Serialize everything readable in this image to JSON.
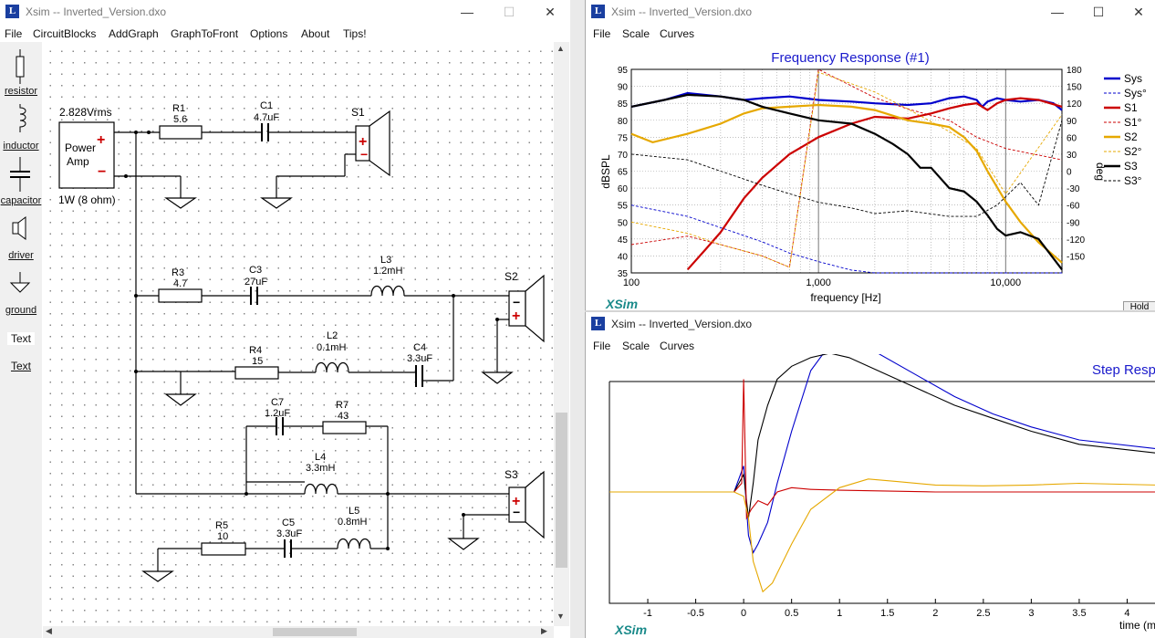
{
  "circuit_window": {
    "title": "Xsim -- Inverted_Version.dxo",
    "menu": [
      "File",
      "CircuitBlocks",
      "AddGraph",
      "GraphToFront",
      "Options",
      "About",
      "Tips!"
    ],
    "tools": [
      "resistor",
      "inductor",
      "capacitor",
      "driver",
      "ground",
      "Text",
      "Text"
    ],
    "amp": {
      "voltage": "2.828Vrms",
      "label1": "Power",
      "label2": "Amp",
      "load": "1W (8 ohm)"
    },
    "parts": {
      "R1": {
        "name": "R1",
        "value": "5.6"
      },
      "C1": {
        "name": "C1",
        "value": "4.7uF"
      },
      "R3": {
        "name": "R3",
        "value": "4.7"
      },
      "C3": {
        "name": "C3",
        "value": "27uF"
      },
      "L3": {
        "name": "L3",
        "value": "1.2mH"
      },
      "R4": {
        "name": "R4",
        "value": "15"
      },
      "L2": {
        "name": "L2",
        "value": "0.1mH"
      },
      "C4": {
        "name": "C4",
        "value": "3.3uF"
      },
      "C7": {
        "name": "C7",
        "value": "1.2uF"
      },
      "R7": {
        "name": "R7",
        "value": "43"
      },
      "L4": {
        "name": "L4",
        "value": "3.3mH"
      },
      "R5": {
        "name": "R5",
        "value": "10"
      },
      "C5": {
        "name": "C5",
        "value": "3.3uF"
      },
      "L5": {
        "name": "L5",
        "value": "0.8mH"
      },
      "S1": {
        "name": "S1"
      },
      "S2": {
        "name": "S2"
      },
      "S3": {
        "name": "S3"
      }
    }
  },
  "freq_window": {
    "title": "Xsim -- Inverted_Version.dxo",
    "menu": [
      "File",
      "Scale",
      "Curves"
    ],
    "hold_label": "Hold",
    "chart_data": {
      "type": "line",
      "title": "Frequency Response (#1)",
      "xlabel": "frequency [Hz]",
      "ylabel": "dBSPL",
      "y2label": "deg",
      "xscale": "log",
      "xlim": [
        100,
        20000
      ],
      "ylim": [
        35,
        95
      ],
      "y2lim": [
        -180,
        180
      ],
      "x_tick_labels": [
        "100",
        "1,000",
        "10,000"
      ],
      "y_ticks": [
        95,
        90,
        85,
        80,
        75,
        70,
        65,
        60,
        55,
        50,
        45,
        40,
        35
      ],
      "y2_ticks": [
        180,
        150,
        120,
        90,
        60,
        30,
        0,
        -30,
        -60,
        -90,
        -120,
        -150
      ],
      "grid": true,
      "legend_position": "right",
      "watermark": "XSim",
      "series": [
        {
          "name": "Sys",
          "color": "#0000cc",
          "style": "solid",
          "x": [
            100,
            150,
            200,
            300,
            400,
            500,
            700,
            1000,
            1500,
            2000,
            3000,
            4000,
            5000,
            6000,
            7000,
            7500,
            8000,
            9000,
            10000,
            12000,
            15000,
            18000,
            20000
          ],
          "y": [
            84,
            86,
            88,
            87,
            86,
            86.5,
            87,
            86,
            85.5,
            85,
            84.5,
            85,
            86.5,
            87,
            86,
            84,
            85.5,
            86.5,
            86,
            85.5,
            86,
            85,
            83
          ]
        },
        {
          "name": "Sys°",
          "color": "#0000cc",
          "style": "dashed",
          "x": [
            100,
            200,
            300,
            500,
            700,
            1000,
            1500,
            2000,
            3000,
            5000,
            7000,
            10000,
            15000,
            20000
          ],
          "y": [
            -60,
            -80,
            -100,
            -125,
            -145,
            -160,
            -175,
            -180,
            -180,
            -180,
            -180,
            -180,
            -180,
            -180
          ]
        },
        {
          "name": "S1",
          "color": "#cc0000",
          "style": "solid",
          "x": [
            200,
            250,
            300,
            400,
            500,
            700,
            1000,
            1500,
            2000,
            3000,
            4000,
            5000,
            6000,
            7000,
            8000,
            9000,
            10000,
            12000,
            15000,
            20000
          ],
          "y": [
            36,
            42,
            47,
            57,
            63,
            70,
            75,
            79,
            81,
            80.5,
            82,
            83.5,
            84.5,
            85,
            83,
            85,
            86,
            86.5,
            86,
            84
          ]
        },
        {
          "name": "S1°",
          "color": "#cc0000",
          "style": "dashed",
          "x": [
            100,
            200,
            300,
            500,
            700,
            1000,
            2000,
            3000,
            5000,
            7000,
            10000,
            20000
          ],
          "y": [
            -130,
            -115,
            -130,
            -150,
            -170,
            180,
            130,
            110,
            90,
            60,
            40,
            20
          ]
        },
        {
          "name": "S2",
          "color": "#e6a800",
          "style": "solid",
          "x": [
            100,
            130,
            200,
            300,
            400,
            500,
            700,
            1000,
            1500,
            2000,
            3000,
            4000,
            5000,
            6000,
            7000,
            8000,
            10000,
            12000,
            15000,
            20000
          ],
          "y": [
            76,
            73.5,
            76,
            79,
            82,
            83.5,
            84,
            84.5,
            84,
            83,
            80,
            79,
            78,
            75,
            71,
            65,
            56,
            50,
            44,
            38
          ]
        },
        {
          "name": "S2°",
          "color": "#e6a800",
          "style": "dashed",
          "x": [
            100,
            200,
            300,
            500,
            700,
            1000,
            2000,
            3000,
            5000,
            7000,
            10000,
            20000
          ],
          "y": [
            -90,
            -110,
            -130,
            -150,
            -170,
            175,
            140,
            110,
            70,
            40,
            -40,
            100
          ]
        },
        {
          "name": "S3",
          "color": "#000000",
          "style": "solid",
          "x": [
            100,
            150,
            200,
            300,
            400,
            500,
            700,
            1000,
            1500,
            2000,
            2500,
            3000,
            3500,
            4000,
            5000,
            6000,
            7000,
            8000,
            9000,
            10000,
            12000,
            15000,
            20000
          ],
          "y": [
            84,
            86,
            87.5,
            87,
            86,
            84,
            82,
            80,
            79,
            76,
            73,
            70,
            66,
            66,
            60,
            59,
            56,
            52,
            48,
            46,
            47,
            45,
            36
          ]
        },
        {
          "name": "S3°",
          "color": "#000000",
          "style": "dashed",
          "x": [
            100,
            200,
            300,
            500,
            700,
            1000,
            1500,
            2000,
            3000,
            5000,
            7000,
            9000,
            12000,
            15000,
            20000
          ],
          "y": [
            30,
            20,
            0,
            -25,
            -40,
            -55,
            -65,
            -75,
            -70,
            -80,
            -80,
            -60,
            -20,
            -60,
            90
          ]
        }
      ]
    }
  },
  "step_window": {
    "title": "Xsim -- Inverted_Version.dxo",
    "menu": [
      "File",
      "Scale",
      "Curves"
    ],
    "chart_data": {
      "type": "line",
      "title": "Step Resp",
      "xlabel": "time (m",
      "xlim": [
        -1.4,
        4.3
      ],
      "x_ticks": [
        -1,
        -0.5,
        0,
        0.5,
        1,
        1.5,
        2,
        2.5,
        3,
        3.5,
        4
      ],
      "watermark": "XSim",
      "series": [
        {
          "color": "#0000cc",
          "x": [
            -1.4,
            -0.1,
            0,
            0.05,
            0.1,
            0.15,
            0.25,
            0.35,
            0.5,
            0.7,
            0.9,
            1.1,
            1.4,
            1.8,
            2.2,
            2.6,
            3.0,
            3.5,
            4.3
          ],
          "y": [
            0,
            0,
            0.3,
            -0.5,
            -0.7,
            -0.6,
            -0.35,
            0.1,
            0.7,
            1.4,
            1.7,
            1.75,
            1.6,
            1.35,
            1.1,
            0.9,
            0.75,
            0.6,
            0.5
          ]
        },
        {
          "color": "#000000",
          "x": [
            -1.4,
            -0.1,
            0,
            0.05,
            0.1,
            0.15,
            0.25,
            0.35,
            0.5,
            0.7,
            0.9,
            1.1,
            1.4,
            1.8,
            2.2,
            2.6,
            3.0,
            3.5,
            4.3
          ],
          "y": [
            0,
            0,
            0.2,
            -0.3,
            0.1,
            0.6,
            1.0,
            1.3,
            1.45,
            1.55,
            1.6,
            1.55,
            1.4,
            1.2,
            1.0,
            0.85,
            0.7,
            0.55,
            0.45
          ]
        },
        {
          "color": "#cc0000",
          "x": [
            -1.4,
            -0.1,
            -0.02,
            0.0,
            0.03,
            0.08,
            0.15,
            0.25,
            0.35,
            0.5,
            0.7,
            1.0,
            2.0,
            4.3
          ],
          "y": [
            0,
            0,
            0.1,
            1.3,
            -0.3,
            -0.2,
            -0.1,
            -0.15,
            0.0,
            0.05,
            0.03,
            0.02,
            0.0,
            0.0
          ]
        },
        {
          "color": "#e6a800",
          "x": [
            -1.4,
            -0.1,
            0,
            0.05,
            0.1,
            0.2,
            0.3,
            0.5,
            0.7,
            1.0,
            1.3,
            1.6,
            2.0,
            2.5,
            3.0,
            3.5,
            4.3
          ],
          "y": [
            0,
            0,
            -0.05,
            -0.3,
            -0.8,
            -1.15,
            -1.05,
            -0.6,
            -0.2,
            0.05,
            0.15,
            0.12,
            0.08,
            0.07,
            0.08,
            0.1,
            0.08
          ]
        }
      ]
    }
  }
}
